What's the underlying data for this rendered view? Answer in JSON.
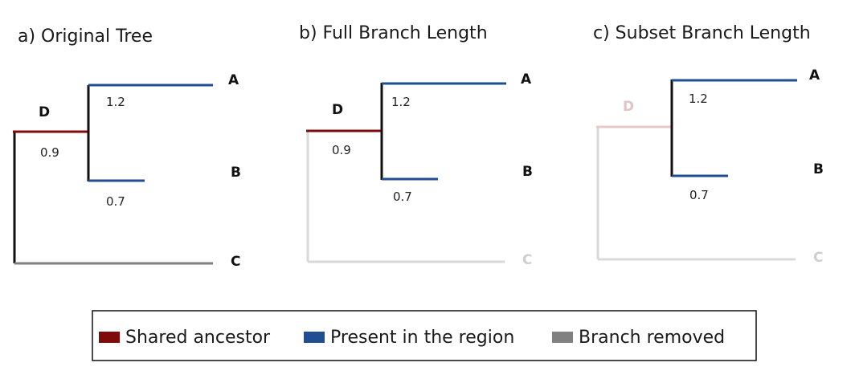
{
  "colors": {
    "shared": "#7f0b0b",
    "present": "#1f4e91",
    "removed": "#808080",
    "stem": "#111111",
    "faded_line": "#d9d9d9",
    "faded_shared": "#e8c8c8",
    "faded_label_light": "#cfcfcf",
    "faded_label_pink": "#e3c4c4"
  },
  "panels": [
    {
      "title": "a)  Original Tree",
      "labels": {
        "A": "A",
        "B": "B",
        "C": "C",
        "D": "D"
      },
      "lengths": {
        "a": "1.2",
        "b": "0.7",
        "d": "0.9"
      }
    },
    {
      "title": "b)   Full Branch Length",
      "labels": {
        "A": "A",
        "B": "B",
        "C": "C",
        "D": "D"
      },
      "lengths": {
        "a": "1.2",
        "b": "0.7",
        "d": "0.9"
      }
    },
    {
      "title": "c)  Subset Branch Length",
      "labels": {
        "A": "A",
        "B": "B",
        "C": "C",
        "D": "D"
      },
      "lengths": {
        "a": "1.2",
        "b": "0.7"
      }
    }
  ],
  "legend": {
    "items": [
      {
        "label": "Shared ancestor",
        "color_key": "shared"
      },
      {
        "label": "Present in the region",
        "color_key": "present"
      },
      {
        "label": "Branch removed",
        "color_key": "removed"
      }
    ]
  }
}
